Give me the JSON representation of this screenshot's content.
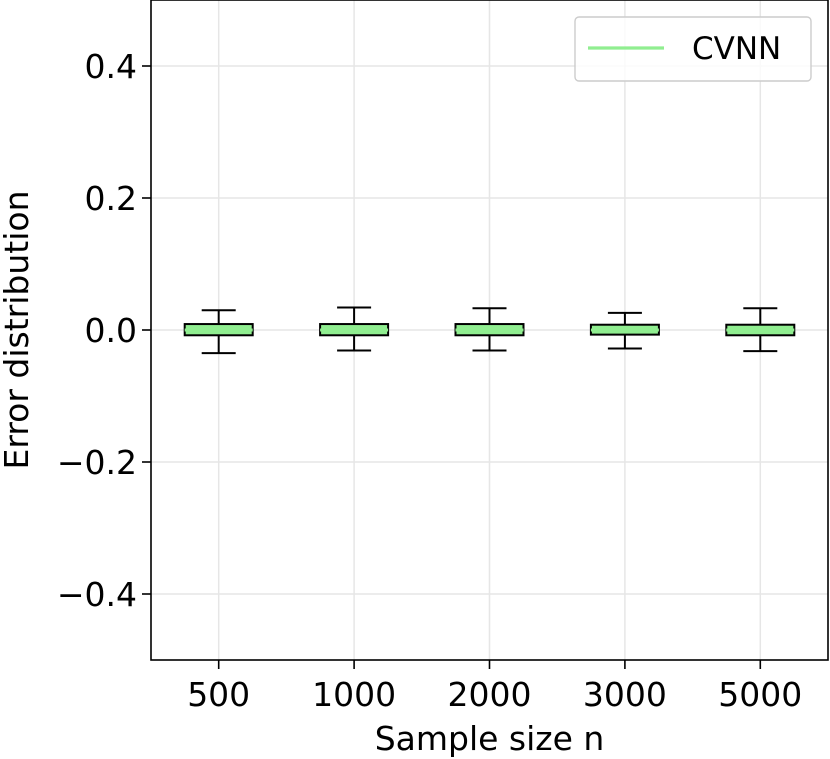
{
  "chart_data": {
    "type": "box",
    "title": "",
    "xlabel": "Sample size n",
    "ylabel": "Error distribution",
    "ylim": [
      -0.5,
      0.5
    ],
    "yticks": [
      -0.4,
      -0.2,
      0.0,
      0.2,
      0.4
    ],
    "ytick_labels": [
      "−0.4",
      "−0.2",
      "0.0",
      "0.2",
      "0.4"
    ],
    "grid": true,
    "legend_position": "top-right",
    "categories": [
      "500",
      "1000",
      "2000",
      "3000",
      "5000"
    ],
    "series": [
      {
        "name": "CVNN",
        "color": "#90ee90",
        "boxes": [
          {
            "whisker_low": -0.035,
            "q1": -0.008,
            "median": 0.0,
            "q3": 0.009,
            "whisker_high": 0.03
          },
          {
            "whisker_low": -0.031,
            "q1": -0.008,
            "median": 0.0,
            "q3": 0.009,
            "whisker_high": 0.034
          },
          {
            "whisker_low": -0.031,
            "q1": -0.008,
            "median": 0.0,
            "q3": 0.009,
            "whisker_high": 0.033
          },
          {
            "whisker_low": -0.028,
            "q1": -0.007,
            "median": 0.0,
            "q3": 0.008,
            "whisker_high": 0.026
          },
          {
            "whisker_low": -0.032,
            "q1": -0.008,
            "median": 0.0,
            "q3": 0.008,
            "whisker_high": 0.033
          }
        ]
      }
    ]
  }
}
